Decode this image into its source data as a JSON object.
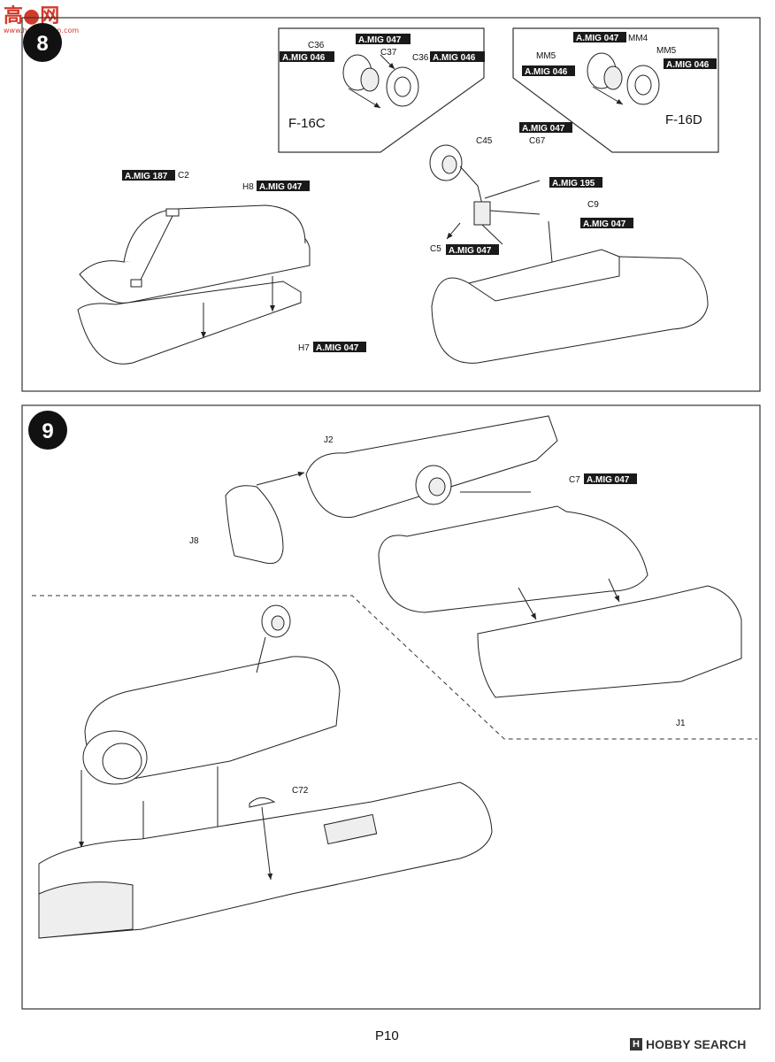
{
  "watermark": {
    "text": "高●网",
    "url": "www.hobbyshop.com"
  },
  "steps": [
    {
      "number": "8",
      "variants": [
        {
          "name": "F-16C",
          "callouts": [
            {
              "part": "C36",
              "paint": "A.MIG 046"
            },
            {
              "part": "C37",
              "paint": "A.MIG 047"
            },
            {
              "part": "C36",
              "paint": "A.MIG 046"
            }
          ]
        },
        {
          "name": "F-16D",
          "callouts": [
            {
              "part": "MM5",
              "paint": "A.MIG 046"
            },
            {
              "part": "MM4",
              "paint": "A.MIG 047"
            },
            {
              "part": "MM5",
              "paint": "A.MIG 046"
            }
          ]
        }
      ],
      "callouts": [
        {
          "part": "C2",
          "paint": "A.MIG 187"
        },
        {
          "part": "H8",
          "paint": "A.MIG 047"
        },
        {
          "part": "H7",
          "paint": "A.MIG 047"
        },
        {
          "part": "C45",
          "paint": ""
        },
        {
          "part": "C67",
          "paint": "A.MIG 047"
        },
        {
          "part": "",
          "paint": "A.MIG 195"
        },
        {
          "part": "C9",
          "paint": ""
        },
        {
          "part": "",
          "paint": "A.MIG 047"
        },
        {
          "part": "C5",
          "paint": "A.MIG 047"
        }
      ]
    },
    {
      "number": "9",
      "callouts": [
        {
          "part": "J2",
          "paint": ""
        },
        {
          "part": "J8",
          "paint": ""
        },
        {
          "part": "C7",
          "paint": "A.MIG 047"
        },
        {
          "part": "J1",
          "paint": ""
        },
        {
          "part": "C72",
          "paint": ""
        }
      ]
    }
  ],
  "page": {
    "number": "P10"
  },
  "source": {
    "text": "HOBBY SEARCH",
    "mark": "H"
  },
  "colors": {
    "ink": "#111111",
    "tag_bg": "#1a1a1a",
    "watermark": "#d23a2a"
  }
}
